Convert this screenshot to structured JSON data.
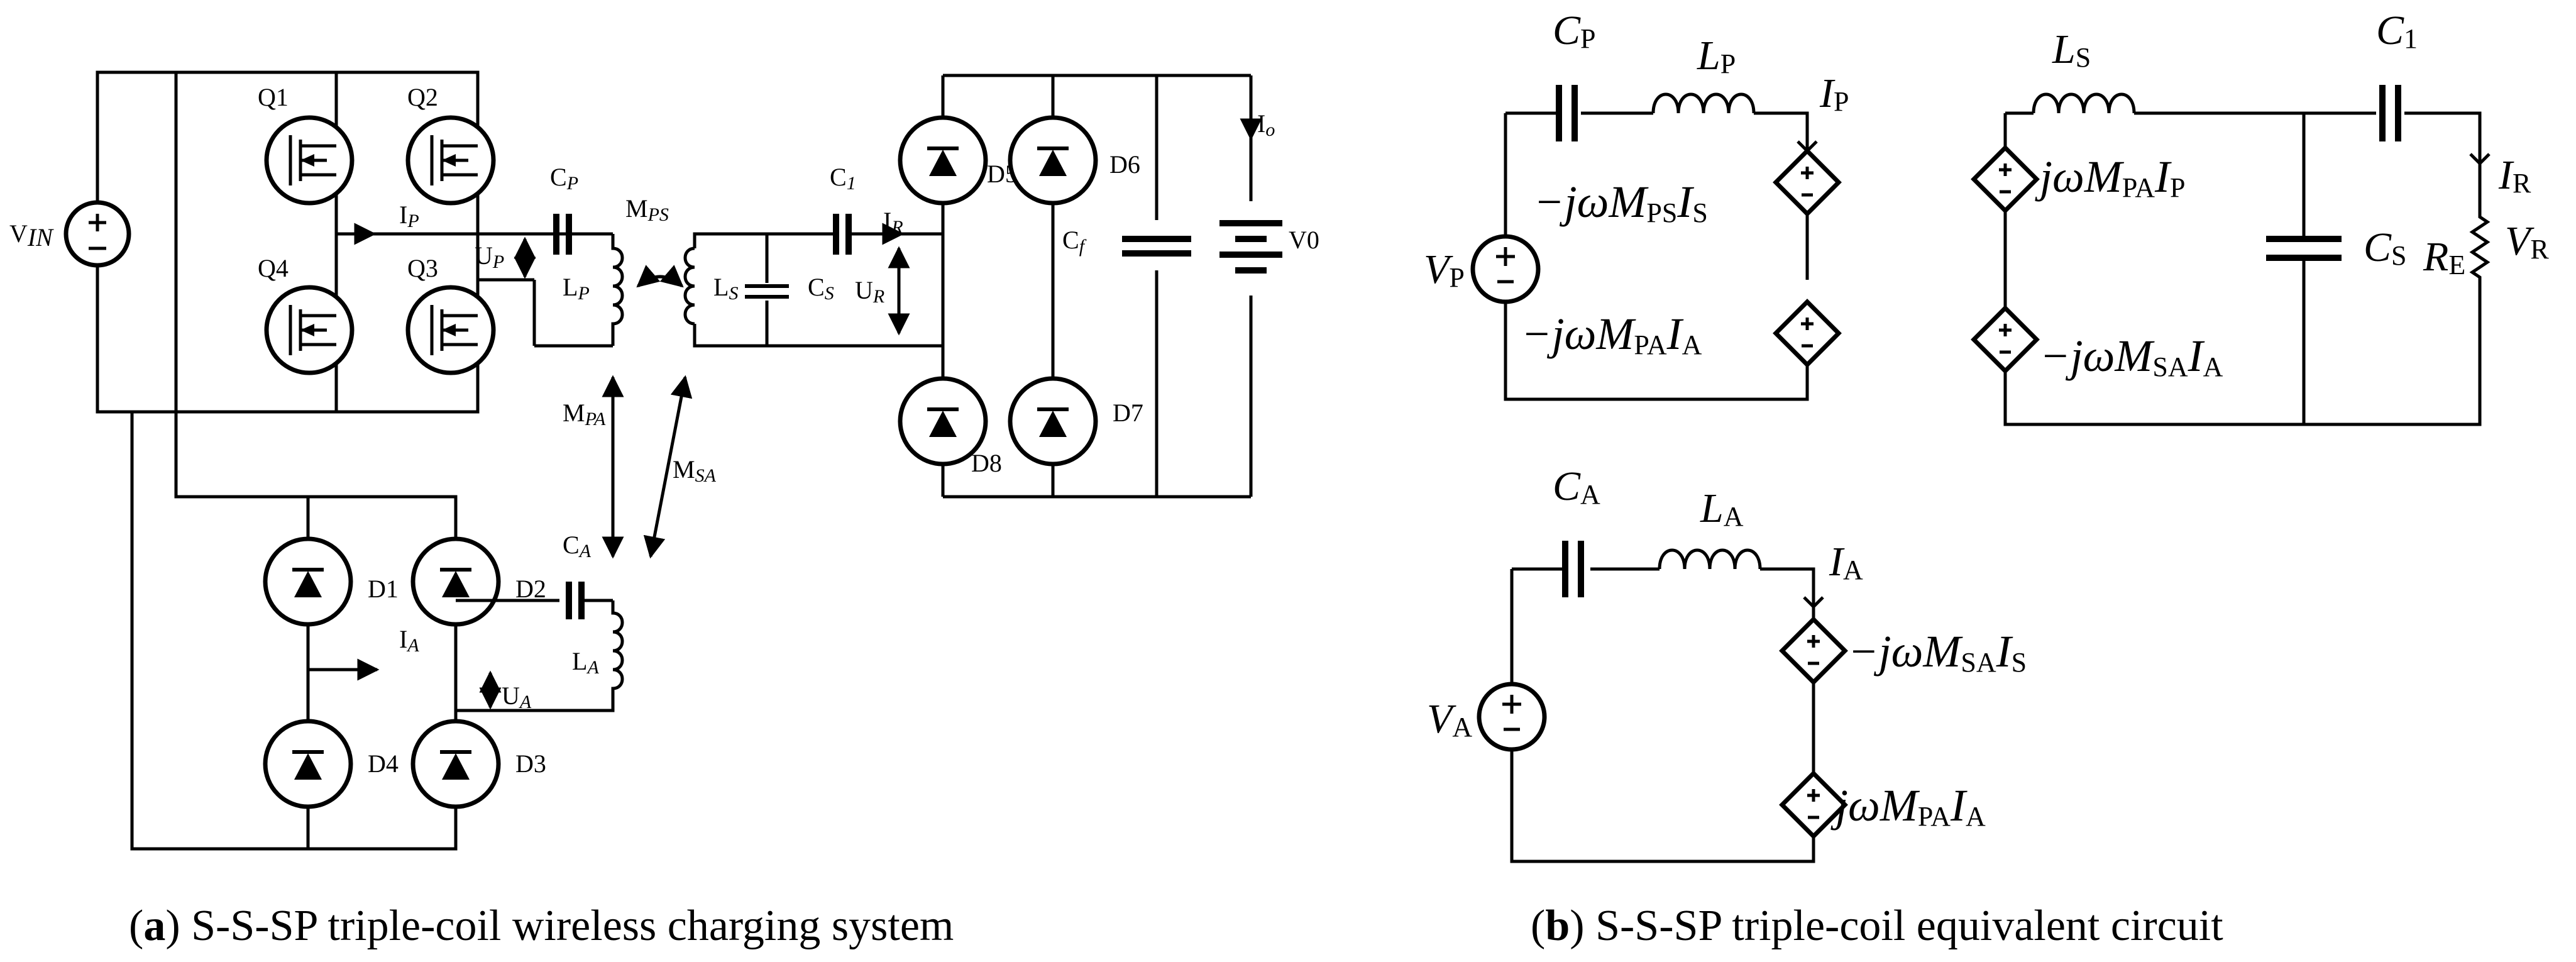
{
  "panel_a": {
    "caption_letter": "a",
    "caption_text": " S-S-SP triple-coil wireless charging system",
    "source": "V",
    "source_sub": "IN",
    "switches": [
      "Q1",
      "Q2",
      "Q4",
      "Q3"
    ],
    "diodes": [
      "D1",
      "D2",
      "D4",
      "D3",
      "D5",
      "D6",
      "D8",
      "D7"
    ],
    "caps": {
      "cp": "C",
      "cp_sub": "P",
      "c1": "C",
      "c1_sub": "1",
      "cs": "C",
      "cs_sub": "S",
      "ca": "C",
      "ca_sub": "A",
      "cf": "C",
      "cf_sub": "f"
    },
    "inductors": {
      "lp": "L",
      "lp_sub": "P",
      "ls": "L",
      "ls_sub": "S",
      "la": "L",
      "la_sub": "A"
    },
    "currents": {
      "ip": "I",
      "ip_sub": "P",
      "ir": "I",
      "ir_sub": "R",
      "ia": "I",
      "ia_sub": "A",
      "io": "I",
      "io_sub": "o"
    },
    "voltages": {
      "up": "U",
      "up_sub": "P",
      "ur": "U",
      "ur_sub": "R",
      "ua": "U",
      "ua_sub": "A",
      "vo": "V0"
    },
    "mutuals": {
      "mps": "M",
      "mps_sub": "PS",
      "mpa": "M",
      "mpa_sub": "PA",
      "msa": "M",
      "msa_sub": "SA"
    }
  },
  "panel_b": {
    "caption_letter": "b",
    "caption_text": " S-S-SP triple-coil equivalent circuit",
    "primary": {
      "c": "C",
      "c_sub": "P",
      "l": "L",
      "l_sub": "P",
      "i": "I",
      "i_sub": "P",
      "v": "V",
      "v_sub": "P",
      "src1": {
        "pre": "−jωM",
        "sub": "PS",
        "i": "I",
        "isub": "S"
      },
      "src2": {
        "pre": "−jωM",
        "sub": "PA",
        "i": "I",
        "isub": "A"
      }
    },
    "secondary": {
      "l": "L",
      "l_sub": "S",
      "c1": "C",
      "c1_sub": "1",
      "cs": "C",
      "cs_sub": "S",
      "i": "I",
      "i_sub": "R",
      "r": "R",
      "r_sub": "E",
      "v": "V",
      "v_sub": "R",
      "src1": {
        "pre": "jωM",
        "sub": "PA",
        "i": "I",
        "isub": "P"
      },
      "src2": {
        "pre": "−jωM",
        "sub": "SA",
        "i": "I",
        "isub": "A"
      }
    },
    "auxiliary": {
      "c": "C",
      "c_sub": "A",
      "l": "L",
      "l_sub": "A",
      "i": "I",
      "i_sub": "A",
      "v": "V",
      "v_sub": "A",
      "src1": {
        "pre": "−jωM",
        "sub": "SA",
        "i": "I",
        "isub": "S"
      },
      "src2": {
        "pre": "jωM",
        "sub": "PA",
        "i": "I",
        "isub": "A"
      }
    }
  }
}
